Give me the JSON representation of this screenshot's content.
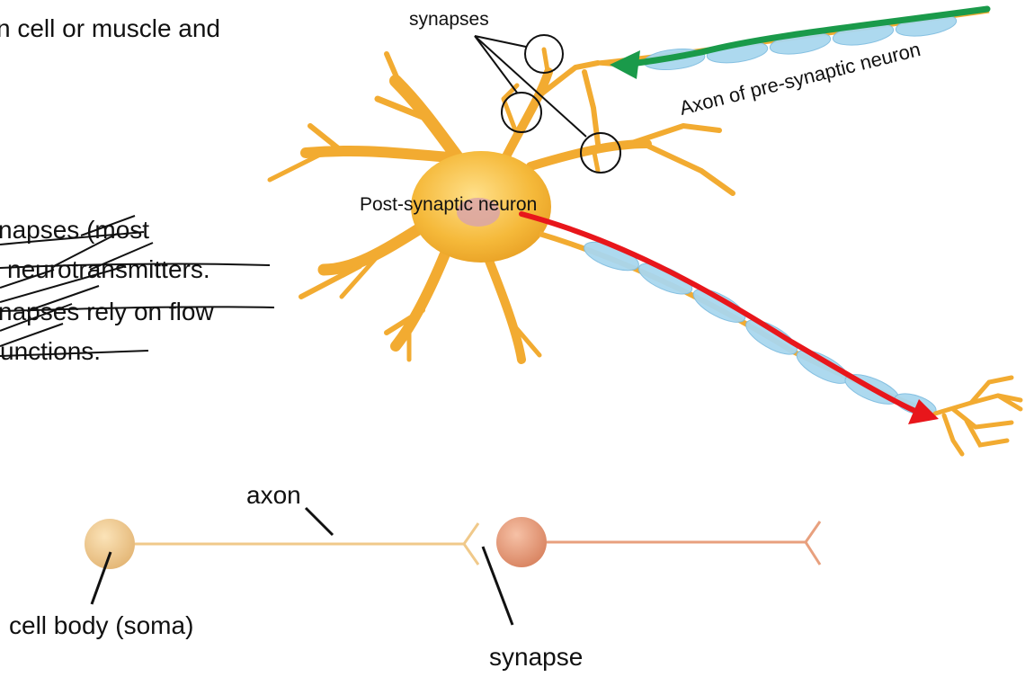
{
  "top_text": {
    "line1": "n cell or muscle and"
  },
  "struck_text": {
    "line1": "napses (most",
    "line2": "neurotransmitters.",
    "line3": "napses rely on flow",
    "line4": "unctions."
  },
  "neuron_diagram": {
    "synapses_label": "synapses",
    "presynaptic_axon_label": "Axon of pre-synaptic neuron",
    "postsynaptic_label": "Post-synaptic neuron",
    "colors": {
      "cell": "#f2b33a",
      "myelin": "#a9d7ef",
      "green_arrow": "#1a9a4a",
      "red_arrow": "#e8161b",
      "circle": "#111111"
    }
  },
  "simple_diagram": {
    "axon_label": "axon",
    "cell_body_label": "cell body (soma)",
    "synapse_label": "synapse",
    "colors": {
      "neuron1": "#f0c98a",
      "neuron2": "#e8a07e"
    }
  }
}
